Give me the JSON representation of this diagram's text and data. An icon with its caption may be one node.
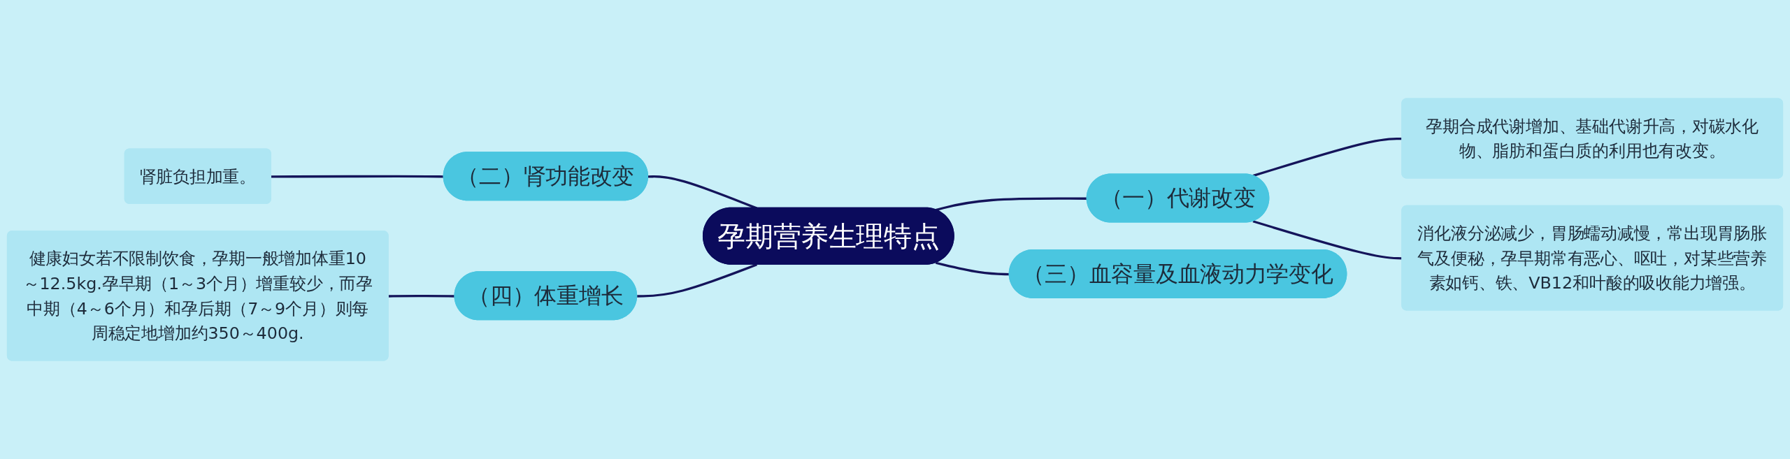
{
  "diagram": {
    "nodes": [
      {
        "text": [
          "孕期营养生理特点"
        ]
      },
      {
        "text": [
          "（一）代谢改变"
        ]
      },
      {
        "text": [
          "孕期合成代谢增加、基础代谢升高，对碳水化物、脂肪和蛋白质的利用也有改变。"
        ]
      },
      {
        "text": [
          "消化液分泌减少，胃肠蠕动减慢，常出现胃肠胀气及便秘，孕早期常有恶心、呕吐，对某些营养素如钙、铁、VB12和叶酸的吸收能力增强。"
        ]
      },
      {
        "text": [
          "（二）肾功能改变"
        ]
      },
      {
        "text": [
          "肾脏负担加重。"
        ]
      },
      {
        "text": [
          "（三）血容量及血液动力学变化"
        ]
      },
      {
        "text": [
          "（四）体重增长"
        ]
      },
      {
        "text": [
          "健康妇女若不限制饮食，孕期一般增加体重10～12.5kg.孕早期（1～3个月）增重较少，而孕中期（4～6个月）和孕后期（7～9个月）则每周稳定地增加约350～400g."
        ]
      }
    ],
    "edges": [
      {
        "from": 0,
        "to": 1,
        "arrow": "none"
      },
      {
        "from": 1,
        "to": 2,
        "arrow": "none"
      },
      {
        "from": 1,
        "to": 3,
        "arrow": "none"
      },
      {
        "from": 0,
        "to": 4,
        "arrow": "none"
      },
      {
        "from": 4,
        "to": 5,
        "arrow": "none"
      },
      {
        "from": 0,
        "to": 6,
        "arrow": "none"
      },
      {
        "from": 0,
        "to": 7,
        "arrow": "none"
      },
      {
        "from": 7,
        "to": 8,
        "arrow": "none"
      }
    ]
  }
}
